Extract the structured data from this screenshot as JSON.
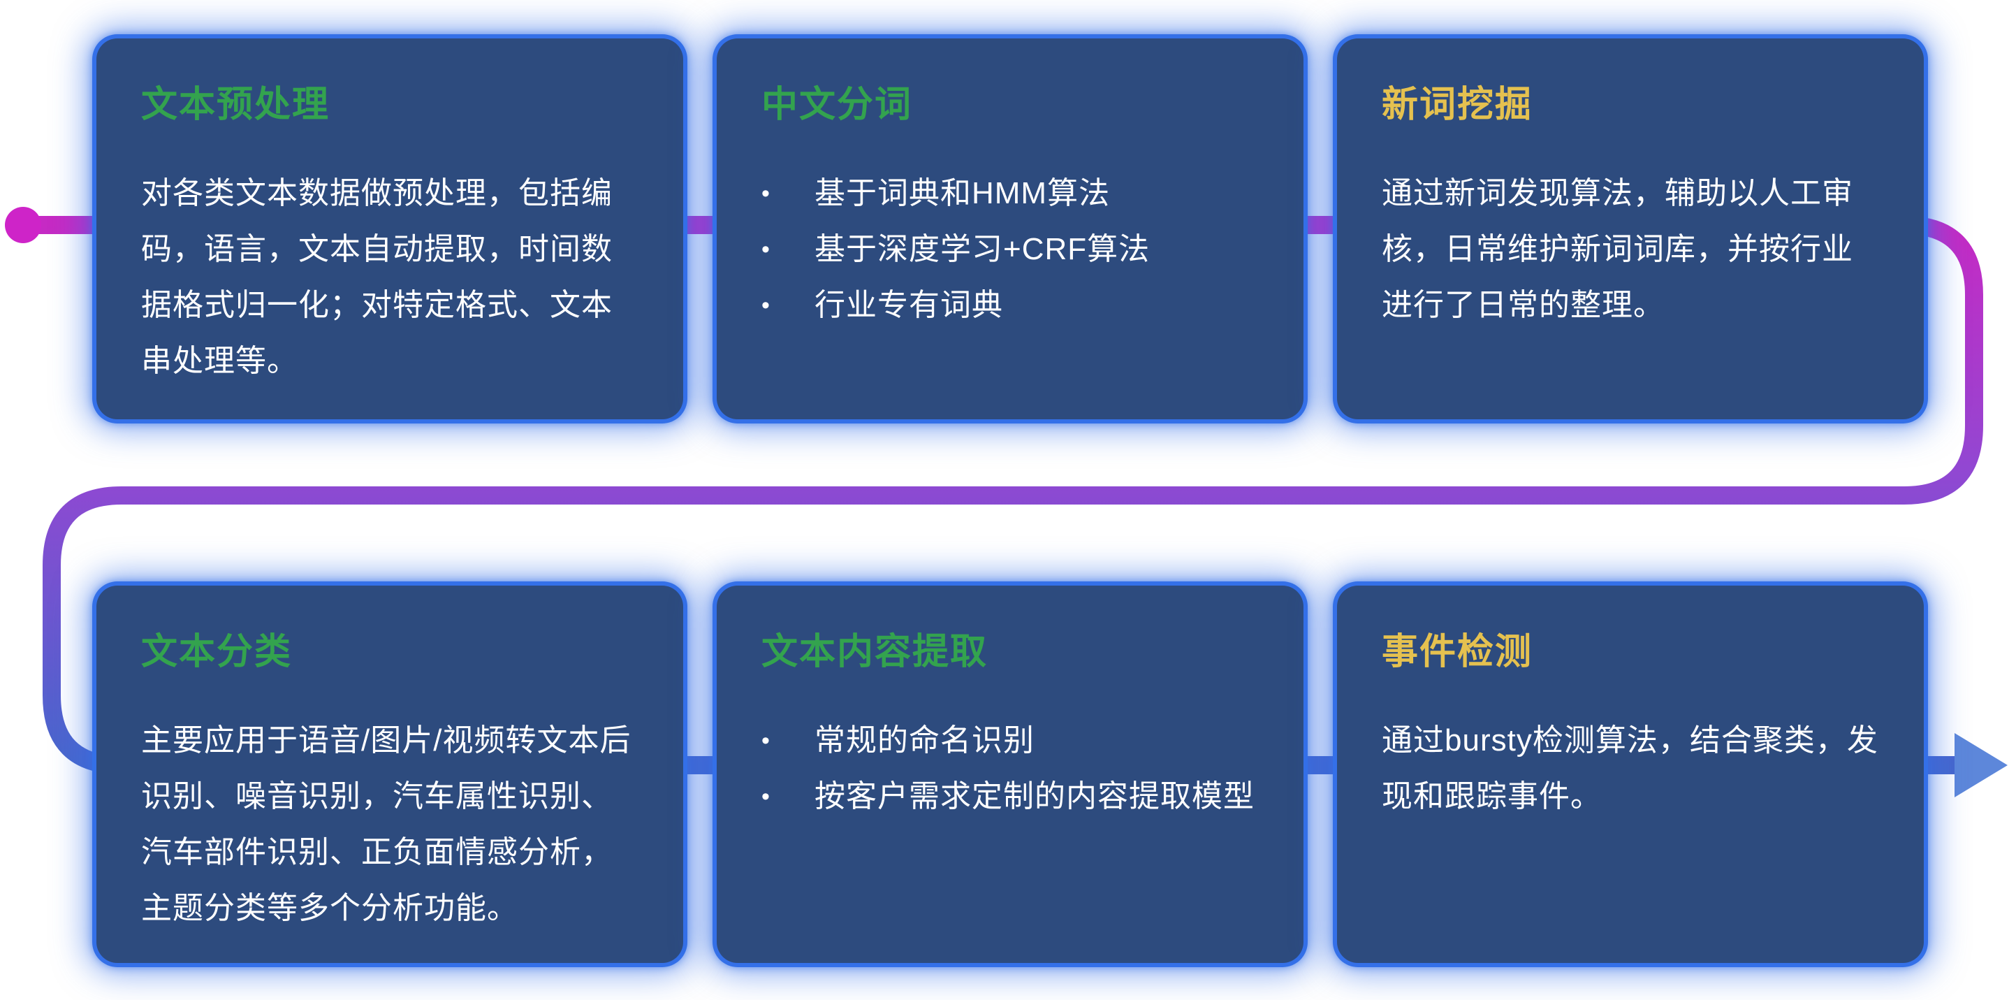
{
  "diagram": {
    "cards": [
      {
        "id": "text-preprocessing",
        "title": "文本预处理",
        "title_color": "#33a34e",
        "type": "paragraph",
        "body": "对各类文本数据做预处理，包括编码，语言，文本自动提取，时间数据格式归一化；对特定格式、文本串处理等。"
      },
      {
        "id": "chinese-word-segmentation",
        "title": "中文分词",
        "title_color": "#33a34e",
        "type": "bullets",
        "bullets": [
          "基于词典和HMM算法",
          "基于深度学习+CRF算法",
          "行业专有词典"
        ]
      },
      {
        "id": "new-word-mining",
        "title": "新词挖掘",
        "title_color": "#e5c14f",
        "type": "paragraph",
        "body": "通过新词发现算法，辅助以人工审核，日常维护新词词库，并按行业进行了日常的整理。"
      },
      {
        "id": "text-classification",
        "title": "文本分类",
        "title_color": "#33a34e",
        "type": "paragraph",
        "body": "主要应用于语音/图片/视频转文本后识别、噪音识别，汽车属性识别、汽车部件识别、正负面情感分析，主题分类等多个分析功能。"
      },
      {
        "id": "text-content-extraction",
        "title": "文本内容提取",
        "title_color": "#33a34e",
        "type": "bullets",
        "bullets": [
          "常规的命名识别",
          "按客户需求定制的内容提取模型"
        ]
      },
      {
        "id": "event-detection",
        "title": "事件检测",
        "title_color": "#e5c14f",
        "type": "paragraph",
        "body": "通过bursty检测算法，结合聚类，发现和跟踪事件。"
      }
    ],
    "flow": {
      "start_marker": "dot",
      "end_marker": "arrow-right"
    },
    "palette": {
      "card_background": "#2d4b7e",
      "card_glow": "#3470e8",
      "title_green": "#33a34e",
      "title_yellow": "#e5c14f",
      "body_text": "#ffffff",
      "line_start_magenta": "#c62ac4",
      "line_mid_purple": "#9247d2",
      "line_end_blue": "#4667cd",
      "arrow_blue": "#5d87da",
      "page_background": "#ffffff"
    }
  }
}
